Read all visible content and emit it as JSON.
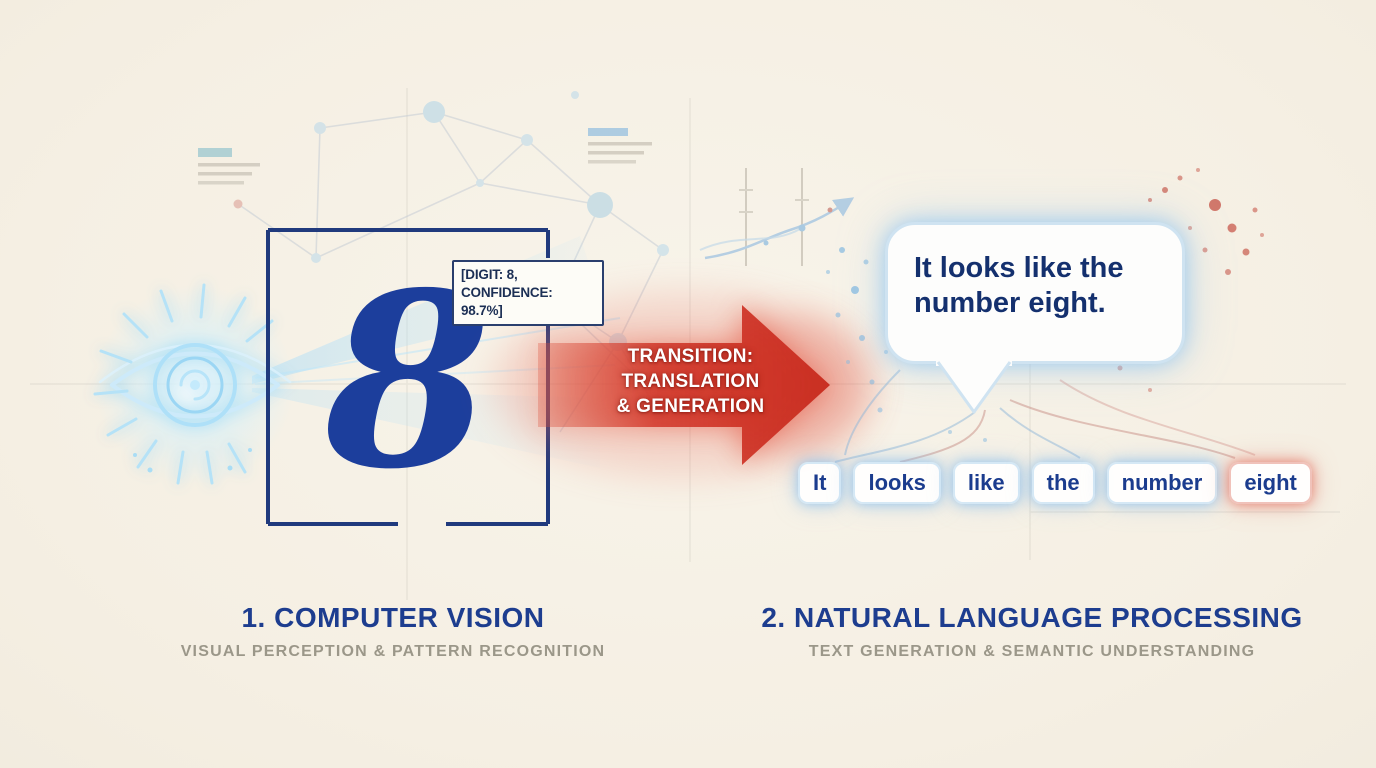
{
  "vision": {
    "digit": "8",
    "detection_label": {
      "line1": "[DIGIT: 8,",
      "line2": "CONFIDENCE: 98.7%]"
    },
    "section": {
      "title": "1. COMPUTER VISION",
      "subtitle": "VISUAL PERCEPTION & PATTERN RECOGNITION"
    }
  },
  "transition": {
    "label_line1": "TRANSITION:",
    "label_line2": "TRANSLATION",
    "label_line3": "& GENERATION"
  },
  "nlp": {
    "speech_bubble": {
      "line1": "It looks like the",
      "line2": "number eight."
    },
    "tokens": [
      {
        "text": "It",
        "highlight": false
      },
      {
        "text": "looks",
        "highlight": false
      },
      {
        "text": "like",
        "highlight": false
      },
      {
        "text": "the",
        "highlight": false
      },
      {
        "text": "number",
        "highlight": false
      },
      {
        "text": "eight",
        "highlight": true
      }
    ],
    "section": {
      "title": "2. NATURAL LANGUAGE PROCESSING",
      "subtitle": "TEXT GENERATION & SEMANTIC UNDERSTANDING"
    }
  },
  "colors": {
    "background": "#f5efe3",
    "navy": "#1c3e9c",
    "frame_blue": "#203a7d",
    "glow_blue": "#a8ddf6",
    "arrow_red": "#cc3326",
    "token_highlight_glow": "#e4786a",
    "subtitle_gray": "#9b9789"
  }
}
